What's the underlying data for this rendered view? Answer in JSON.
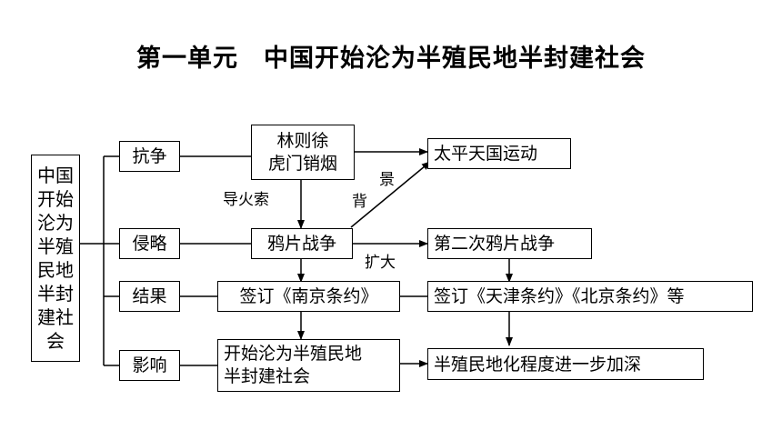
{
  "title": "第一单元　中国开始沦为半殖民地半封建社会",
  "root": "中国\n开始\n沦为\n半殖\n民地\n半封\n建社\n会",
  "categories": {
    "struggle": "抗争",
    "invasion": "侵略",
    "result": "结果",
    "impact": "影响"
  },
  "nodes": {
    "lin_zexu": "林则徐\n虎门销烟",
    "taiping": "太平天国运动",
    "opium_war": "鸦片战争",
    "second_opium_war": "第二次鸦片战争",
    "nanjing_treaty": "签订《南京条约》",
    "tianjin_beijing_treaty": "签订《天津条约》《北京条约》等",
    "semi_colonial_start": "开始沦为半殖民地\n半封建社会",
    "deepening": "半殖民地化程度进一步加深"
  },
  "edge_labels": {
    "fuse": "导火索",
    "background_1": "景",
    "background_2": "背",
    "expand": "扩大"
  }
}
